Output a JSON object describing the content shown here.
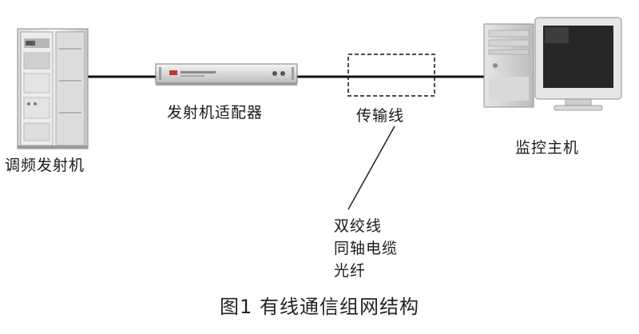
{
  "diagram": {
    "nodes": {
      "transmitter": "调频发射机",
      "adapter": "发射机适配器",
      "transmission_line": "传输线",
      "monitor_host": "监控主机"
    },
    "media_types": [
      "双绞线",
      "同轴电缆",
      "光纤"
    ],
    "caption": "图1 有线通信组网结构",
    "icons": {
      "transmitter": "fm-transmitter-cabinet-icon",
      "adapter": "rack-adapter-icon",
      "host": "desktop-computer-icon"
    },
    "colors": {
      "line": "#111111",
      "text": "#1a1a1a"
    }
  }
}
